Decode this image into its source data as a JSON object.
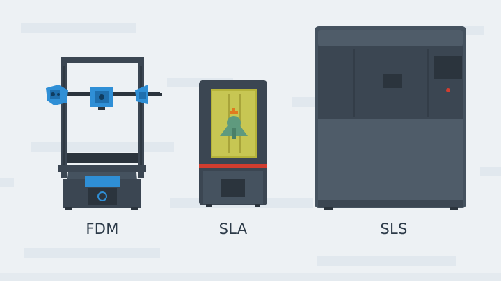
{
  "printers": [
    {
      "label": "FDM"
    },
    {
      "label": "SLA"
    },
    {
      "label": "SLS"
    }
  ],
  "colors": {
    "background": "#edf1f4",
    "background_stripes": "#e1e8ee",
    "body_dark": "#3b4652",
    "body_mid": "#45525f",
    "accent_blue": "#2f8fd6",
    "resin_window": "#b5b33a",
    "resin_amber": "#e07a1f",
    "resin_part": "#5f9a7e",
    "indicator_red": "#d13d2f",
    "caption_text": "#2c3a48"
  },
  "icons": [
    "fdm-printer-icon",
    "sla-printer-icon",
    "sls-printer-icon"
  ]
}
